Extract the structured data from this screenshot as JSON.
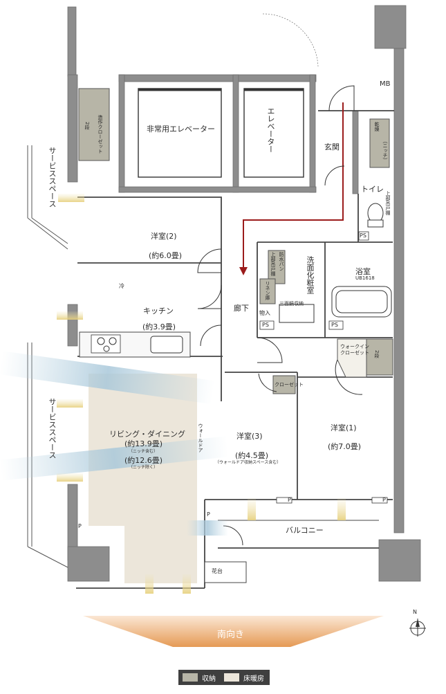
{
  "colors": {
    "wall": "#8a8a8a",
    "storage": "#b7b5a7",
    "floor_heating": "#ece6da",
    "route": "#9b1b1b",
    "south_arrow": "#e8a05c",
    "breeze": "#9ebfd2"
  },
  "rooms": {
    "emergency_elevator": "非常用エレベーター",
    "elevator": "エレベーター",
    "genkan": "玄関",
    "mb": "MB",
    "toilet": "トイレ",
    "toilet_cabinet": "上部吊戸棚",
    "dryer": "乾燥",
    "niche": "（ニッチ）",
    "walkin_closet_entry": "造作クローゼット",
    "walkin_closet_entry_shelf": "2段",
    "western2": "洋室(2)",
    "western2_size": "(約6.0畳)",
    "kitchen": "キッチン",
    "kitchen_size": "(約3.9畳)",
    "fridge": "冷",
    "corridor": "廊下",
    "storage_small": "物入",
    "washroom": "洗面化粧室",
    "mirror_storage": "三面鏡収納",
    "waterproof_pan": "防水パン",
    "upper_cabinet": "上部吊戸棚",
    "linen_shelf": "リネン庫",
    "bath": "浴室",
    "bath_spec": "UB1618",
    "walkin_closet": "ウォークインクローゼット",
    "walkin_closet_shelf": "2段",
    "western1": "洋室(1)",
    "western1_size": "(約7.0畳)",
    "closet": "クローゼット",
    "western3": "洋室(3)",
    "western3_size": "(約4.5畳)",
    "western3_note": "（ウォールドア収納スペース含む）",
    "wall_door": "ウォールドア",
    "living_dining": "リビング・ダイニング",
    "ld_size1": "(約13.9畳)",
    "ld_note1": "（ニッチ含む）",
    "ld_size2": "(約12.6畳)",
    "ld_note2": "（ニッチ除く）",
    "service_space": "サービススペース",
    "balcony": "バルコニー",
    "flower_stand": "花台",
    "ps": "PS",
    "p": "P"
  },
  "direction": "南向き",
  "compass_letter": "N",
  "legend": {
    "storage_label": "収納",
    "floor_heating_label": "床暖房"
  }
}
